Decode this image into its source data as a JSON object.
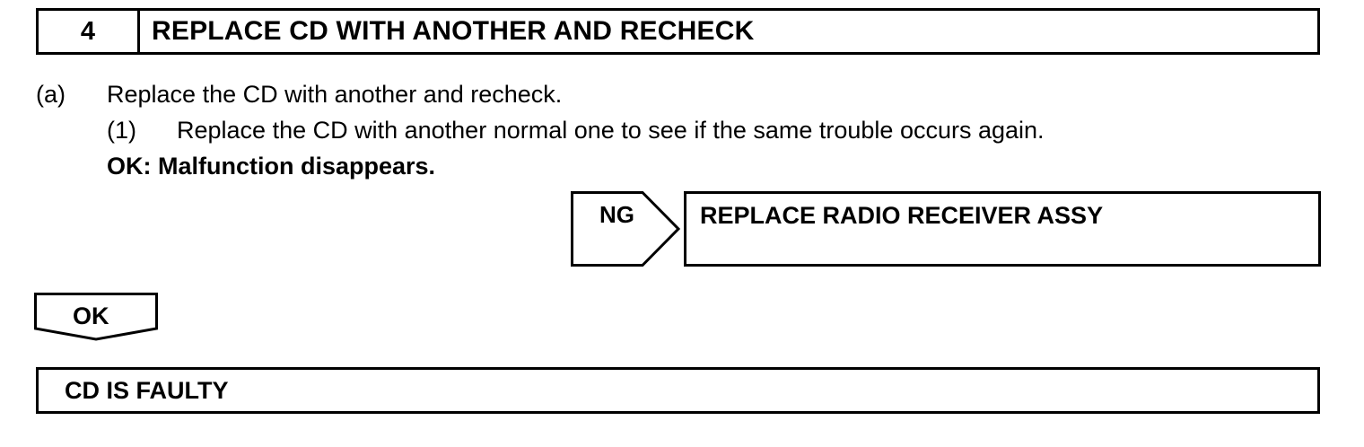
{
  "step": {
    "number": "4",
    "title": "REPLACE CD WITH ANOTHER AND RECHECK"
  },
  "instructions": {
    "a_marker": "(a)",
    "a_text": "Replace the CD with another and recheck.",
    "sub1_marker": "(1)",
    "sub1_text": "Replace the CD with another normal one to see if the same trouble occurs again.",
    "ok_condition": "OK: Malfunction disappears."
  },
  "ng_branch": {
    "label": "NG",
    "result": "REPLACE RADIO RECEIVER ASSY"
  },
  "ok_branch": {
    "label": "OK"
  },
  "conclusion": {
    "text": "CD IS FAULTY"
  }
}
